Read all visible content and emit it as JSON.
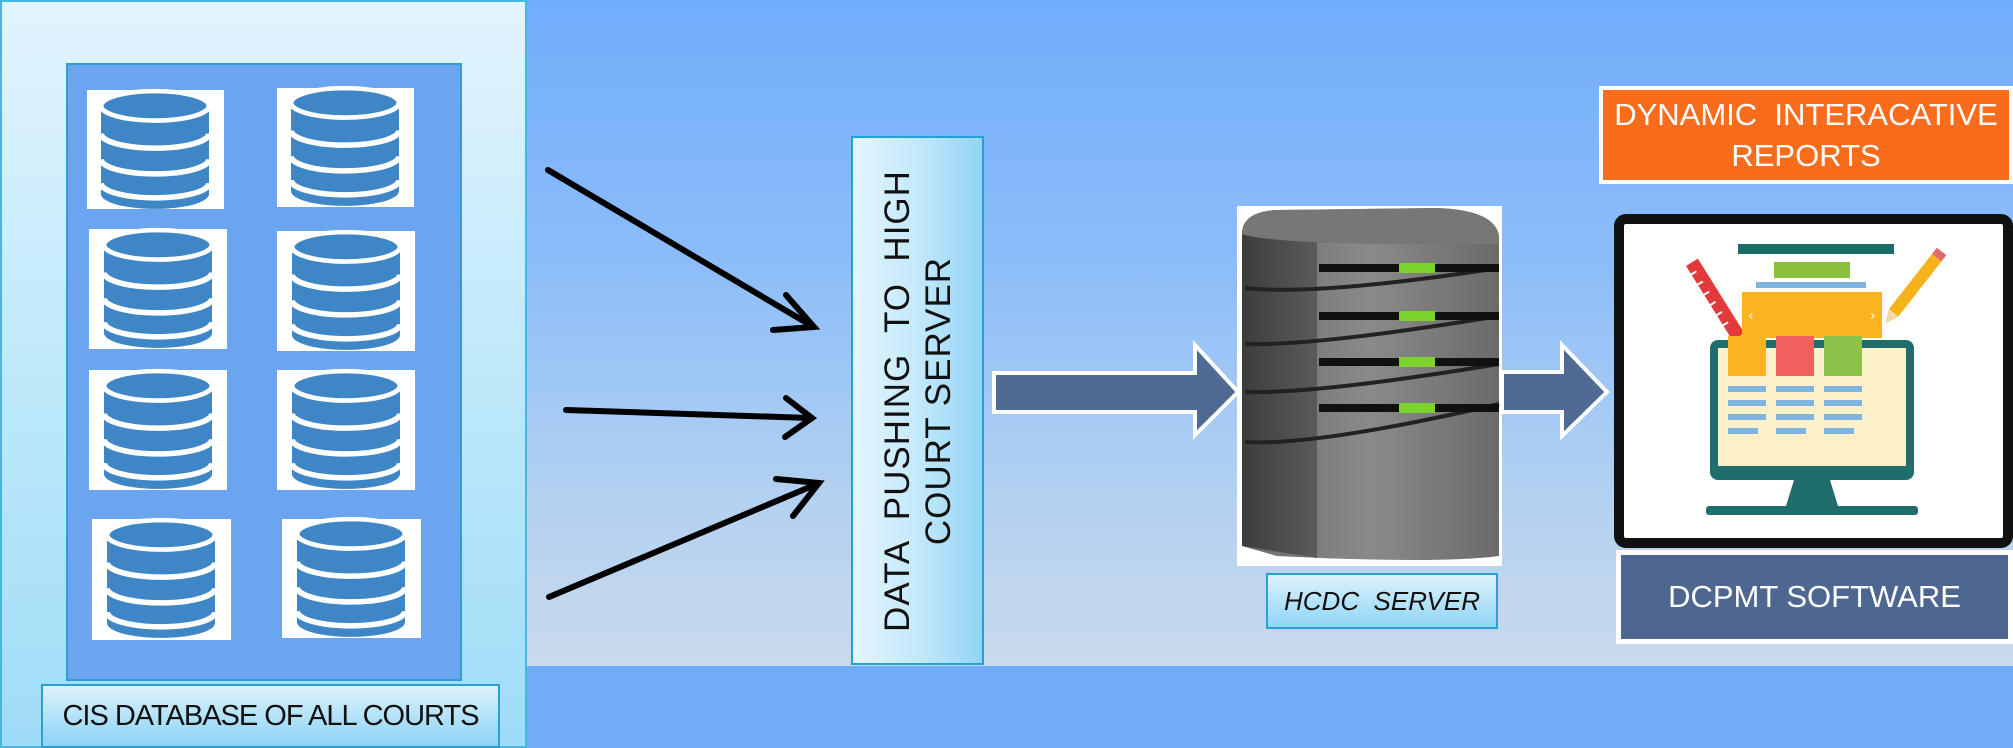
{
  "labels": {
    "cis_database": "CIS DATABASE OF ALL COURTS",
    "data_pushing_line1": "DATA  PUSHING  TO  HIGH",
    "data_pushing_line2": "COURT SERVER",
    "hcdc_server": "HCDC  SERVER",
    "reports_line1": "DYNAMIC  INTERACATIVE",
    "reports_line2": "REPORTS",
    "dcpmt_software": "DCPMT SOFTWARE"
  },
  "colors": {
    "database_icon": "#3f86c6",
    "flow_arrow": "#4f6b93",
    "reports_banner": "#f86c1c",
    "software_label": "#4d6790"
  },
  "icons": {
    "database": "database-cylinder-icon",
    "server": "server-tower-icon",
    "dashboard": "dashboard-monitor-icon"
  }
}
